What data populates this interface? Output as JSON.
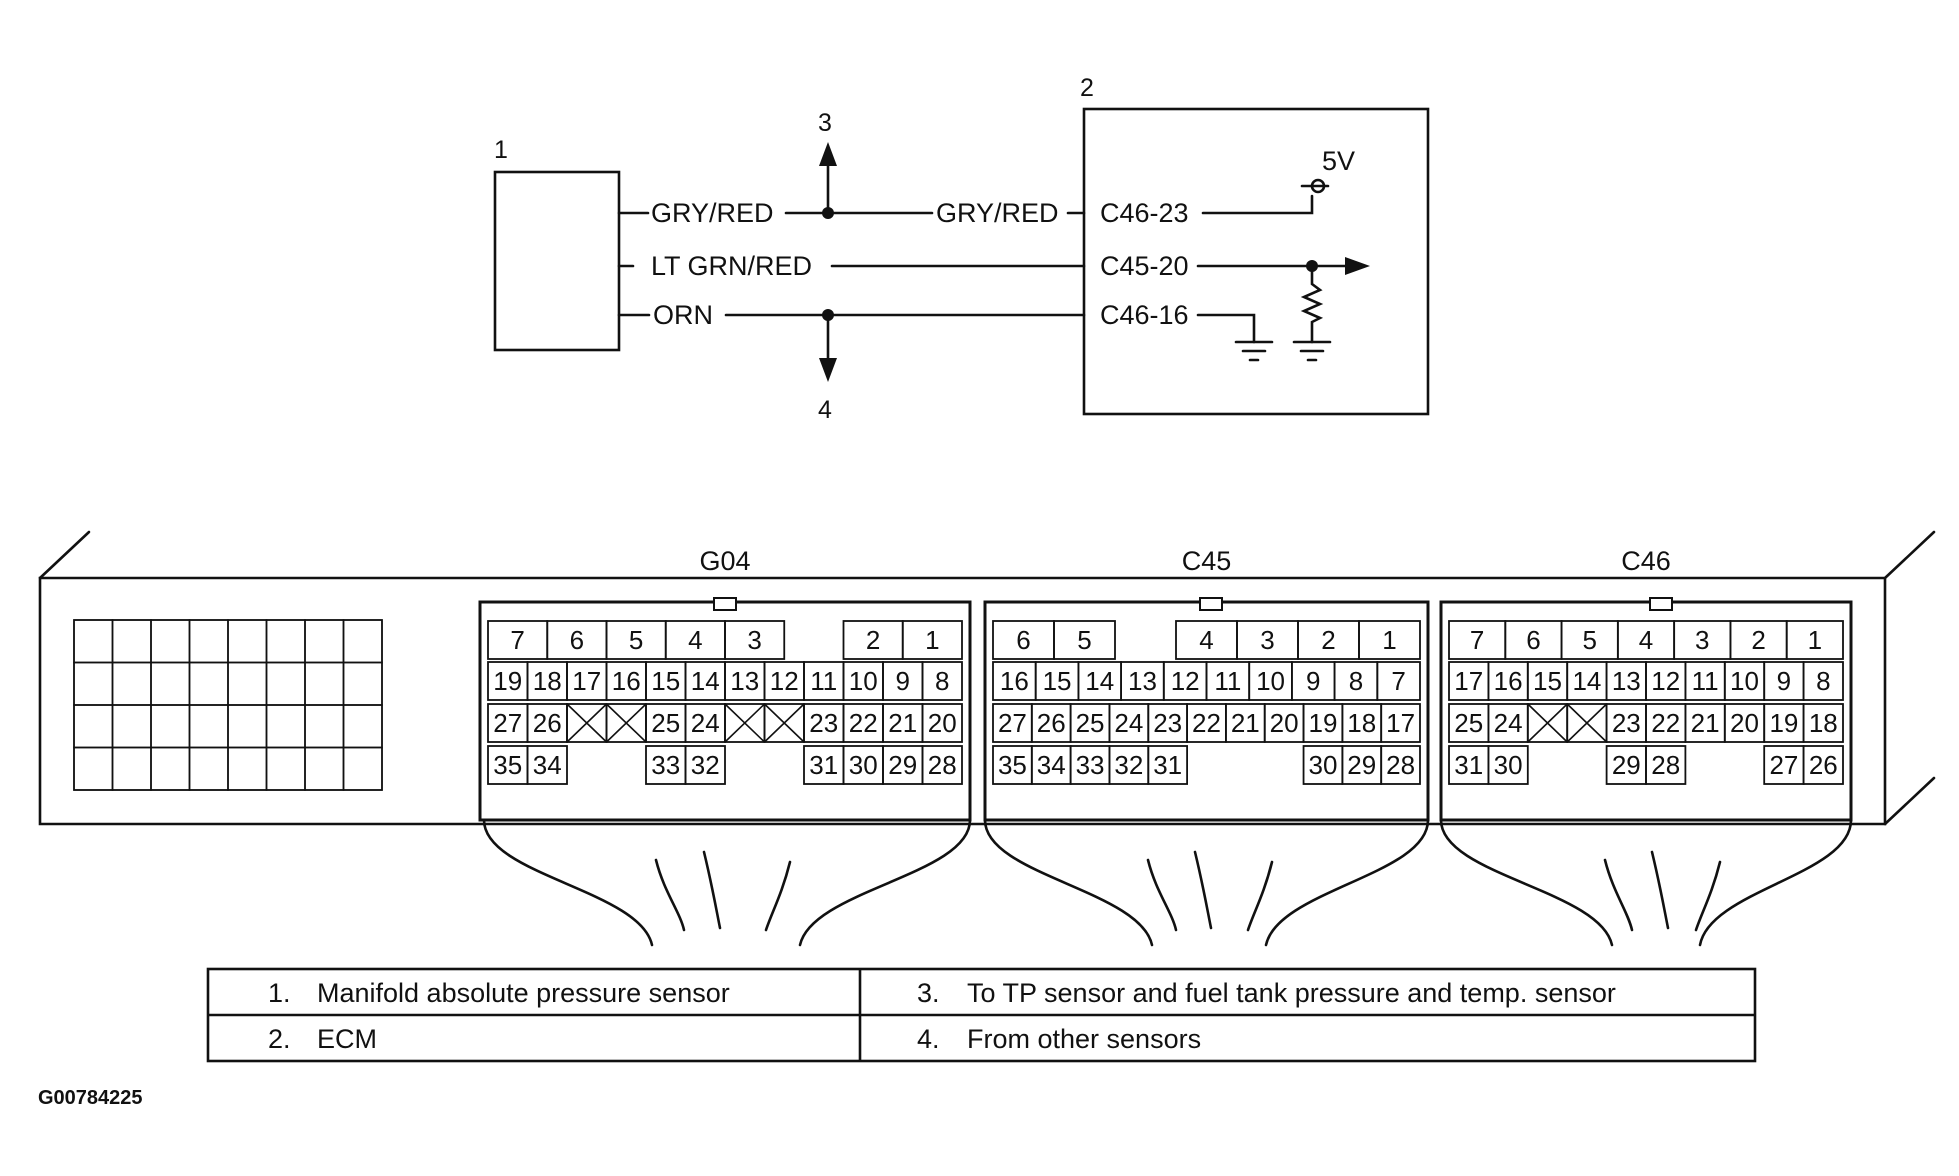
{
  "schematic": {
    "callouts": {
      "c1": "1",
      "c2": "2",
      "c3": "3",
      "c4": "4"
    },
    "wires": {
      "w1": "GRY/RED",
      "w1_ecm": "GRY/RED",
      "w2": "LT GRN/RED",
      "w3": "ORN"
    },
    "terminals": {
      "t1": "C46-23",
      "t2": "C45-20",
      "t3": "C46-16"
    },
    "supply": "5V"
  },
  "connectors": [
    {
      "name": "G04",
      "row1": [
        "7",
        "6",
        "5",
        "4",
        "3",
        "",
        "2",
        "1"
      ],
      "row2": [
        "19",
        "18",
        "17",
        "16",
        "15",
        "14",
        "13",
        "12",
        "11",
        "10",
        "9",
        "8"
      ],
      "row3": [
        "27",
        "26",
        "X",
        "X",
        "25",
        "24",
        "X",
        "X",
        "23",
        "22",
        "21",
        "20"
      ],
      "row4": [
        "35",
        "34",
        "",
        "",
        "33",
        "32",
        "",
        "",
        "31",
        "30",
        "29",
        "28"
      ]
    },
    {
      "name": "C45",
      "row1": [
        "6",
        "5",
        "",
        "4",
        "3",
        "2",
        "1"
      ],
      "row2": [
        "16",
        "15",
        "14",
        "13",
        "12",
        "11",
        "10",
        "9",
        "8",
        "7"
      ],
      "row3": [
        "27",
        "26",
        "25",
        "24",
        "23",
        "22",
        "21",
        "20",
        "19",
        "18",
        "17"
      ],
      "row4": [
        "35",
        "34",
        "33",
        "32",
        "31",
        "",
        "",
        "",
        "30",
        "29",
        "28"
      ]
    },
    {
      "name": "C46",
      "row1": [
        "7",
        "6",
        "5",
        "4",
        "3",
        "2",
        "1"
      ],
      "row2": [
        "17",
        "16",
        "15",
        "14",
        "13",
        "12",
        "11",
        "10",
        "9",
        "8"
      ],
      "row3": [
        "25",
        "24",
        "X",
        "X",
        "23",
        "22",
        "21",
        "20",
        "19",
        "18"
      ],
      "row4": [
        "31",
        "30",
        "",
        "",
        "29",
        "28",
        "",
        "",
        "27",
        "26"
      ]
    }
  ],
  "legend": {
    "items": [
      {
        "num": "1.",
        "text": "Manifold absolute pressure sensor"
      },
      {
        "num": "3.",
        "text": "To TP sensor and fuel tank pressure and temp. sensor"
      },
      {
        "num": "2.",
        "text": "ECM"
      },
      {
        "num": "4.",
        "text": "From other sensors"
      }
    ]
  },
  "figure_code": "G00784225"
}
